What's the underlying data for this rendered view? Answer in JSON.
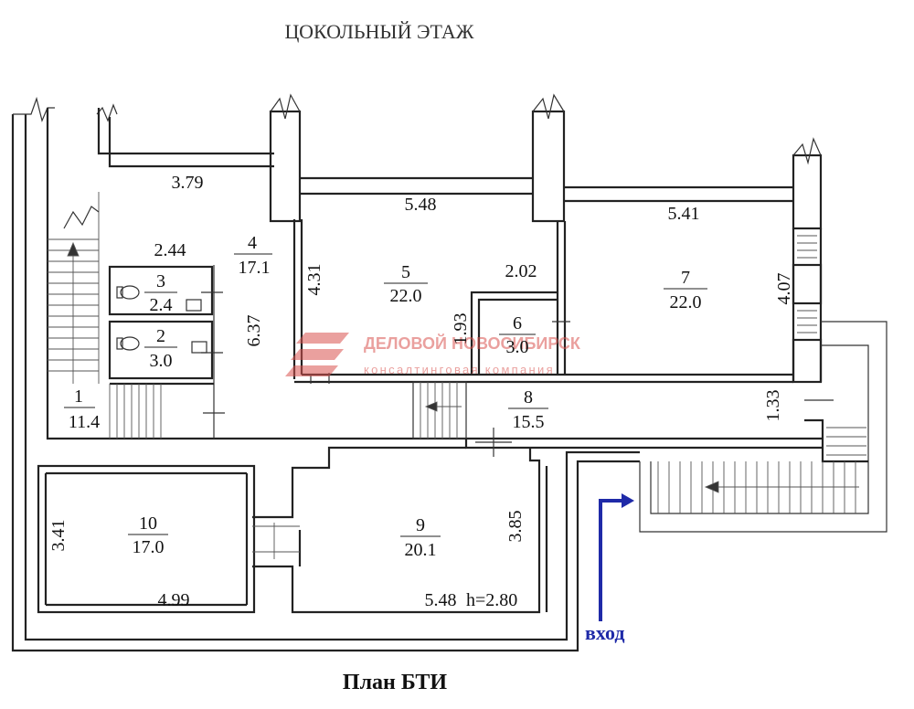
{
  "header": {
    "title": "ЦОКОЛЬНЫЙ ЭТАЖ"
  },
  "footer": {
    "caption": "План БТИ"
  },
  "entrance": {
    "label": "вход",
    "color": "#1f2aa8"
  },
  "watermark": {
    "name": "ДЕЛОВОЙ НОВОСИБИРСК",
    "tagline": "консалтинговая компания",
    "color": "#d9534f"
  },
  "rooms": [
    {
      "num": "1",
      "area": "11.4"
    },
    {
      "num": "2",
      "area": "3.0"
    },
    {
      "num": "3",
      "area": "2.4"
    },
    {
      "num": "4",
      "area": "17.1"
    },
    {
      "num": "5",
      "area": "22.0"
    },
    {
      "num": "6",
      "area": "3.0"
    },
    {
      "num": "7",
      "area": "22.0"
    },
    {
      "num": "8",
      "area": "15.5"
    },
    {
      "num": "9",
      "area": "20.1"
    },
    {
      "num": "10",
      "area": "17.0"
    }
  ],
  "dimensions": {
    "d379": "3.79",
    "d548_top": "5.48",
    "d541": "5.41",
    "d244": "2.44",
    "d637": "6.37",
    "d431": "4.31",
    "d202": "2.02",
    "d193": "1.93",
    "d407": "4.07",
    "d133": "1.33",
    "d341": "3.41",
    "d499": "4.99",
    "d385": "3.85",
    "d548_bottom": "5.48",
    "height": "h=2.80"
  }
}
